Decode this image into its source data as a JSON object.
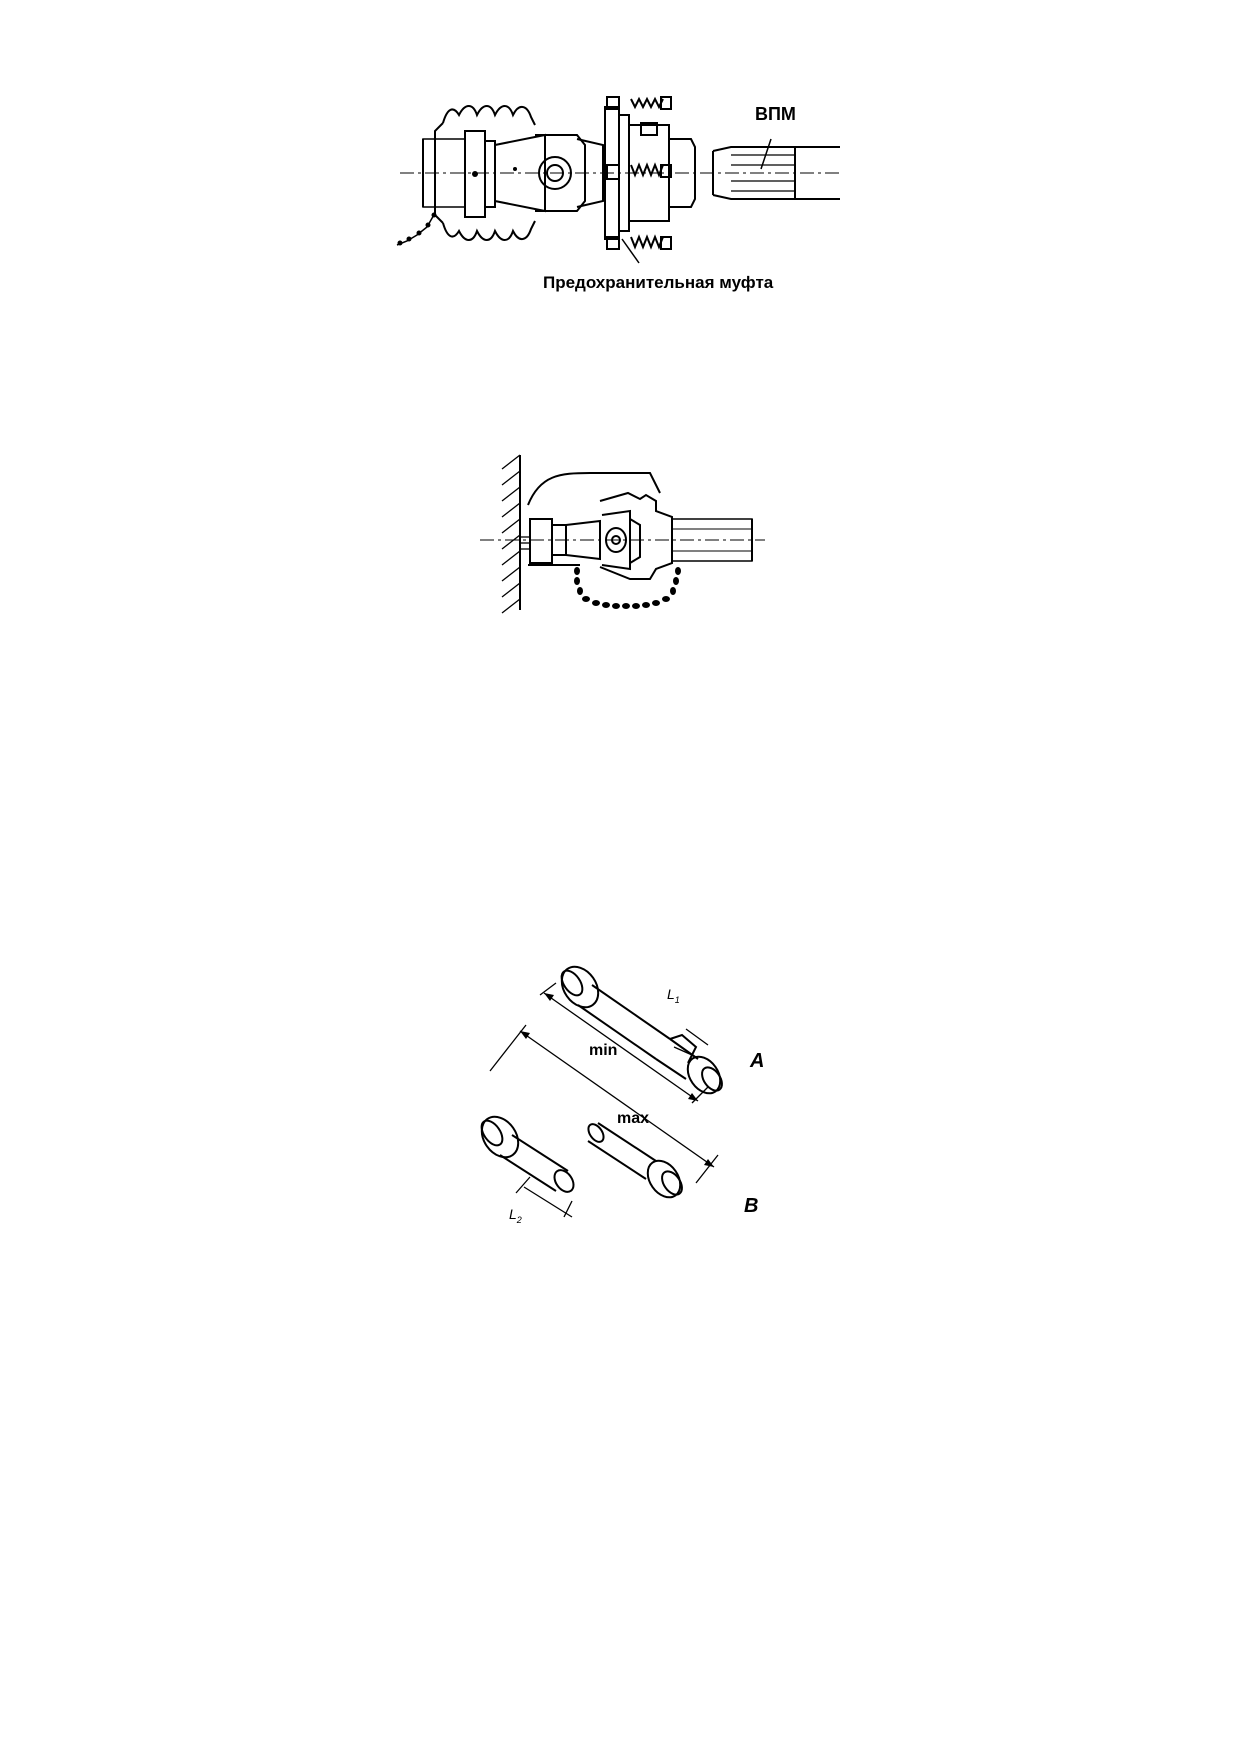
{
  "figure1": {
    "label_pto": "ВПМ",
    "label_clutch": "Предохранительная муфта"
  },
  "figure3": {
    "label_l1": "L",
    "label_l1_sub": "1",
    "label_min": "min",
    "label_a": "A",
    "label_max": "max",
    "label_l2": "L",
    "label_l2_sub": "2",
    "label_b": "B"
  }
}
